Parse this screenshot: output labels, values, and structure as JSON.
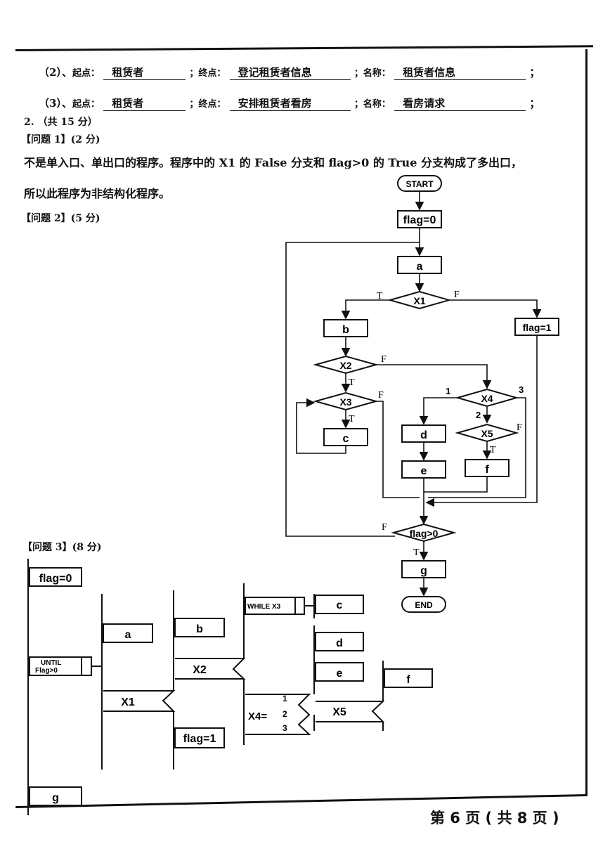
{
  "fill_rows": [
    {
      "num": "（2）、",
      "start_label": "起点：",
      "start": "租赁者",
      "end_label": "；终点：",
      "end": "登记租赁者信息",
      "name_label": "；名称：",
      "name": "租赁者信息",
      "tail": "；"
    },
    {
      "num": "（3）、",
      "start_label": "起点：",
      "start": "租赁者",
      "end_label": "；终点：",
      "end": "安排租赁者看房",
      "name_label": "；名称：",
      "name": "看房请求",
      "tail": "；"
    }
  ],
  "section": "2. （共 15 分）",
  "q1": {
    "heading": "【问题 1】(2 分)",
    "line1": "不是单入口、单出口的程序。程序中的 X1 的 False 分支和 flag>0 的 True 分支构成了多出口，",
    "line2": "所以此程序为非结构化程序。"
  },
  "q2": {
    "heading": "【问题 2】(5 分)"
  },
  "q3": {
    "heading": "【问题 3】(8 分)"
  },
  "flowchart": {
    "start": "START",
    "init": "flag=0",
    "a": "a",
    "x1": "X1",
    "b": "b",
    "flag1": "flag=1",
    "x2": "X2",
    "x3": "X3",
    "x4": "X4",
    "x5": "X5",
    "c": "c",
    "d": "d",
    "e": "e",
    "f": "f",
    "cond": "flag>0",
    "g": "g",
    "end": "END",
    "t": "T",
    "f_label": "F",
    "one": "1",
    "two": "2",
    "three": "3"
  },
  "ns": {
    "init": "flag=0",
    "until1": "UNTIL",
    "until2": "Flag>0",
    "a": "a",
    "x1": "X1",
    "b": "b",
    "x2": "X2",
    "flag1": "flag=1",
    "while": "WHILE X3",
    "c": "c",
    "d": "d",
    "e": "e",
    "x4": "X4=",
    "n1": "1",
    "n2": "2",
    "n3": "3",
    "x5": "X5",
    "f": "f",
    "g": "g"
  },
  "footer": "第 6 页 ( 共 8 页 )"
}
